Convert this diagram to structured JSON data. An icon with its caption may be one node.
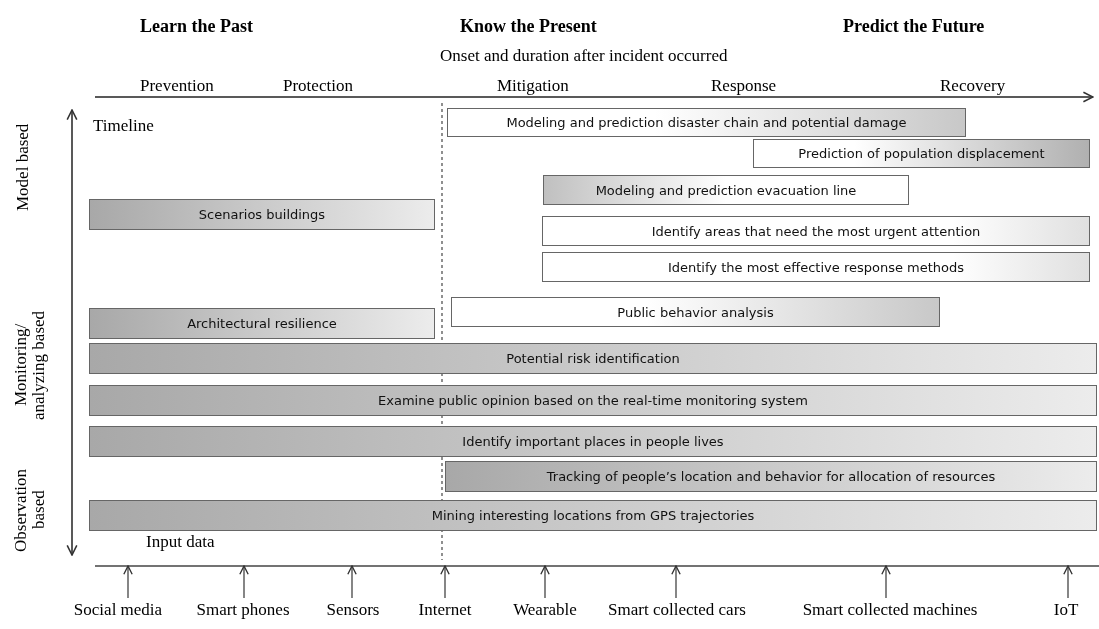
{
  "diagram": {
    "nodes": [
      {
        "text": [
          "Modeling and prediction disaster chain and potential damage"
        ]
      },
      {
        "text": [
          "Prediction of population displacement"
        ]
      },
      {
        "text": [
          "Modeling and prediction evacuation line"
        ]
      },
      {
        "text": [
          "Scenarios buildings"
        ]
      },
      {
        "text": [
          "Identify areas that need the most urgent attention"
        ]
      },
      {
        "text": [
          "Identify the most effective response methods"
        ]
      },
      {
        "text": [
          "Public behavior analysis"
        ]
      },
      {
        "text": [
          "Architectural resilience"
        ]
      },
      {
        "text": [
          "Potential risk identification"
        ]
      },
      {
        "text": [
          "Examine public opinion based on the real-time monitoring system"
        ]
      },
      {
        "text": [
          "Identify important places in people lives"
        ]
      },
      {
        "text": [
          "Tracking of people’s location and behavior  for allocation of resources"
        ]
      },
      {
        "text": [
          "Mining interesting locations from GPS trajectories"
        ]
      },
      {
        "text": [
          "Social media"
        ]
      },
      {
        "text": [
          "Smart phones"
        ]
      },
      {
        "text": [
          "Sensors"
        ]
      },
      {
        "text": [
          "Internet"
        ]
      },
      {
        "text": [
          "Wearable"
        ]
      },
      {
        "text": [
          "Smart collected cars"
        ]
      },
      {
        "text": [
          "Smart collected machines"
        ]
      },
      {
        "text": [
          "IoT"
        ]
      }
    ],
    "edges": [
      {
        "from": 13,
        "to": null,
        "arrow": "to"
      },
      {
        "from": 14,
        "to": null,
        "arrow": "to"
      },
      {
        "from": 15,
        "to": null,
        "arrow": "to"
      },
      {
        "from": 16,
        "to": null,
        "arrow": "to"
      },
      {
        "from": 17,
        "to": null,
        "arrow": "to"
      },
      {
        "from": 18,
        "to": null,
        "arrow": "to"
      },
      {
        "from": 19,
        "to": null,
        "arrow": "to"
      },
      {
        "from": 20,
        "to": null,
        "arrow": "to"
      }
    ],
    "labels": [
      "Learn the Past",
      "Know the Present",
      "Predict the Future",
      "Onset and duration after incident occurred",
      "Prevention",
      "Protection",
      "Mitigation",
      "Response",
      "Recovery",
      "Timeline",
      "Model based",
      "Monitoring/ analyzing based",
      "Observation based",
      "Input data"
    ]
  }
}
